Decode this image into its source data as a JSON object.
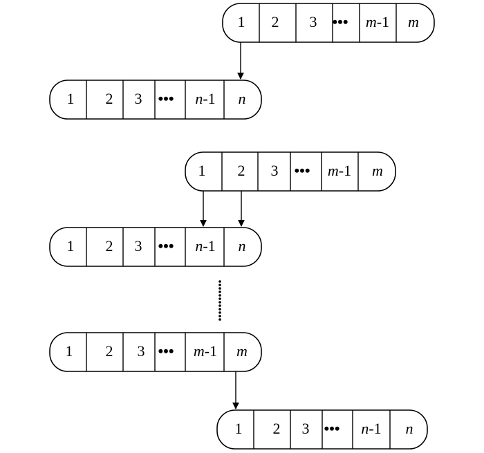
{
  "bars": [
    {
      "id": "bar-1-top",
      "cells": [
        "1",
        "2",
        "3",
        "…",
        "m-1",
        "m"
      ]
    },
    {
      "id": "bar-1-bottom",
      "cells": [
        "1",
        "2",
        "3",
        "…",
        "n-1",
        "n"
      ]
    },
    {
      "id": "bar-2-top",
      "cells": [
        "1",
        "2",
        "3",
        "…",
        "m-1",
        "m"
      ]
    },
    {
      "id": "bar-2-bottom",
      "cells": [
        "1",
        "2",
        "3",
        "…",
        "n-1",
        "n"
      ]
    },
    {
      "id": "bar-3-top",
      "cells": [
        "1",
        "2",
        "3",
        "…",
        "m-1",
        "m"
      ]
    },
    {
      "id": "bar-3-bottom",
      "cells": [
        "1",
        "2",
        "3",
        "…",
        "n-1",
        "n"
      ]
    }
  ],
  "arrows": [
    {
      "from": "bar-1-top.cell-1",
      "to": "bar-1-bottom.cell-n"
    },
    {
      "from": "bar-2-top.cell-1",
      "to": "bar-2-bottom.cell-n-1"
    },
    {
      "from": "bar-2-top.cell-2",
      "to": "bar-2-bottom.cell-n"
    },
    {
      "from": "bar-3-top.cell-m",
      "to": "bar-3-bottom.cell-1"
    }
  ],
  "continuation": "vertical-dots"
}
